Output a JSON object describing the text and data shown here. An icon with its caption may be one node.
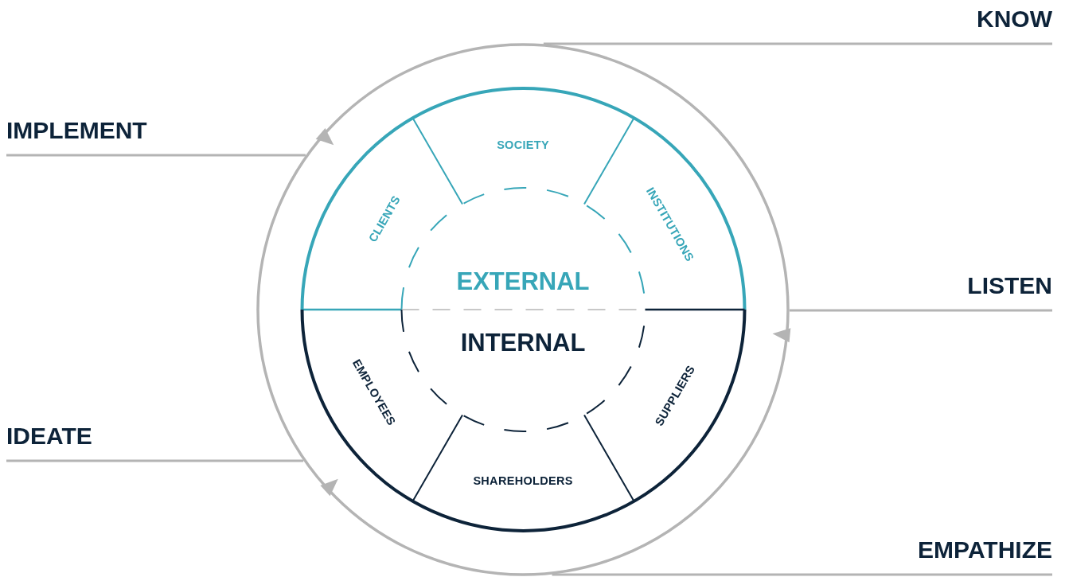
{
  "diagram": {
    "nodes": [
      {
        "text": [
          "KNOW"
        ]
      },
      {
        "text": [
          "IMPLEMENT"
        ]
      },
      {
        "text": [
          "LISTEN"
        ]
      },
      {
        "text": [
          "IDEATE"
        ]
      },
      {
        "text": [
          "EMPATHIZE"
        ]
      },
      {
        "text": [],
        "shape": "circle"
      },
      {
        "text": [
          "EXTERNAL"
        ],
        "in": 5
      },
      {
        "text": [
          "CLIENTS"
        ],
        "in": 6
      },
      {
        "text": [
          "SOCIETY"
        ],
        "in": 6
      },
      {
        "text": [
          "INSTITUTIONS"
        ],
        "in": 6
      },
      {
        "text": [
          "INTERNAL"
        ],
        "in": 5
      },
      {
        "text": [
          "EMPLOYEES"
        ],
        "in": 10
      },
      {
        "text": [
          "SHAREHOLDERS"
        ],
        "in": 10
      },
      {
        "text": [
          "SUPPLIERS"
        ],
        "in": 10
      }
    ],
    "edges": [
      {
        "from": 0,
        "to": 5,
        "arrow": "none"
      },
      {
        "from": 1,
        "to": 5,
        "arrow": "none"
      },
      {
        "from": 2,
        "to": 5,
        "arrow": "none"
      },
      {
        "from": 3,
        "to": 5,
        "arrow": "none"
      },
      {
        "from": 4,
        "to": 5,
        "arrow": "none"
      }
    ]
  }
}
